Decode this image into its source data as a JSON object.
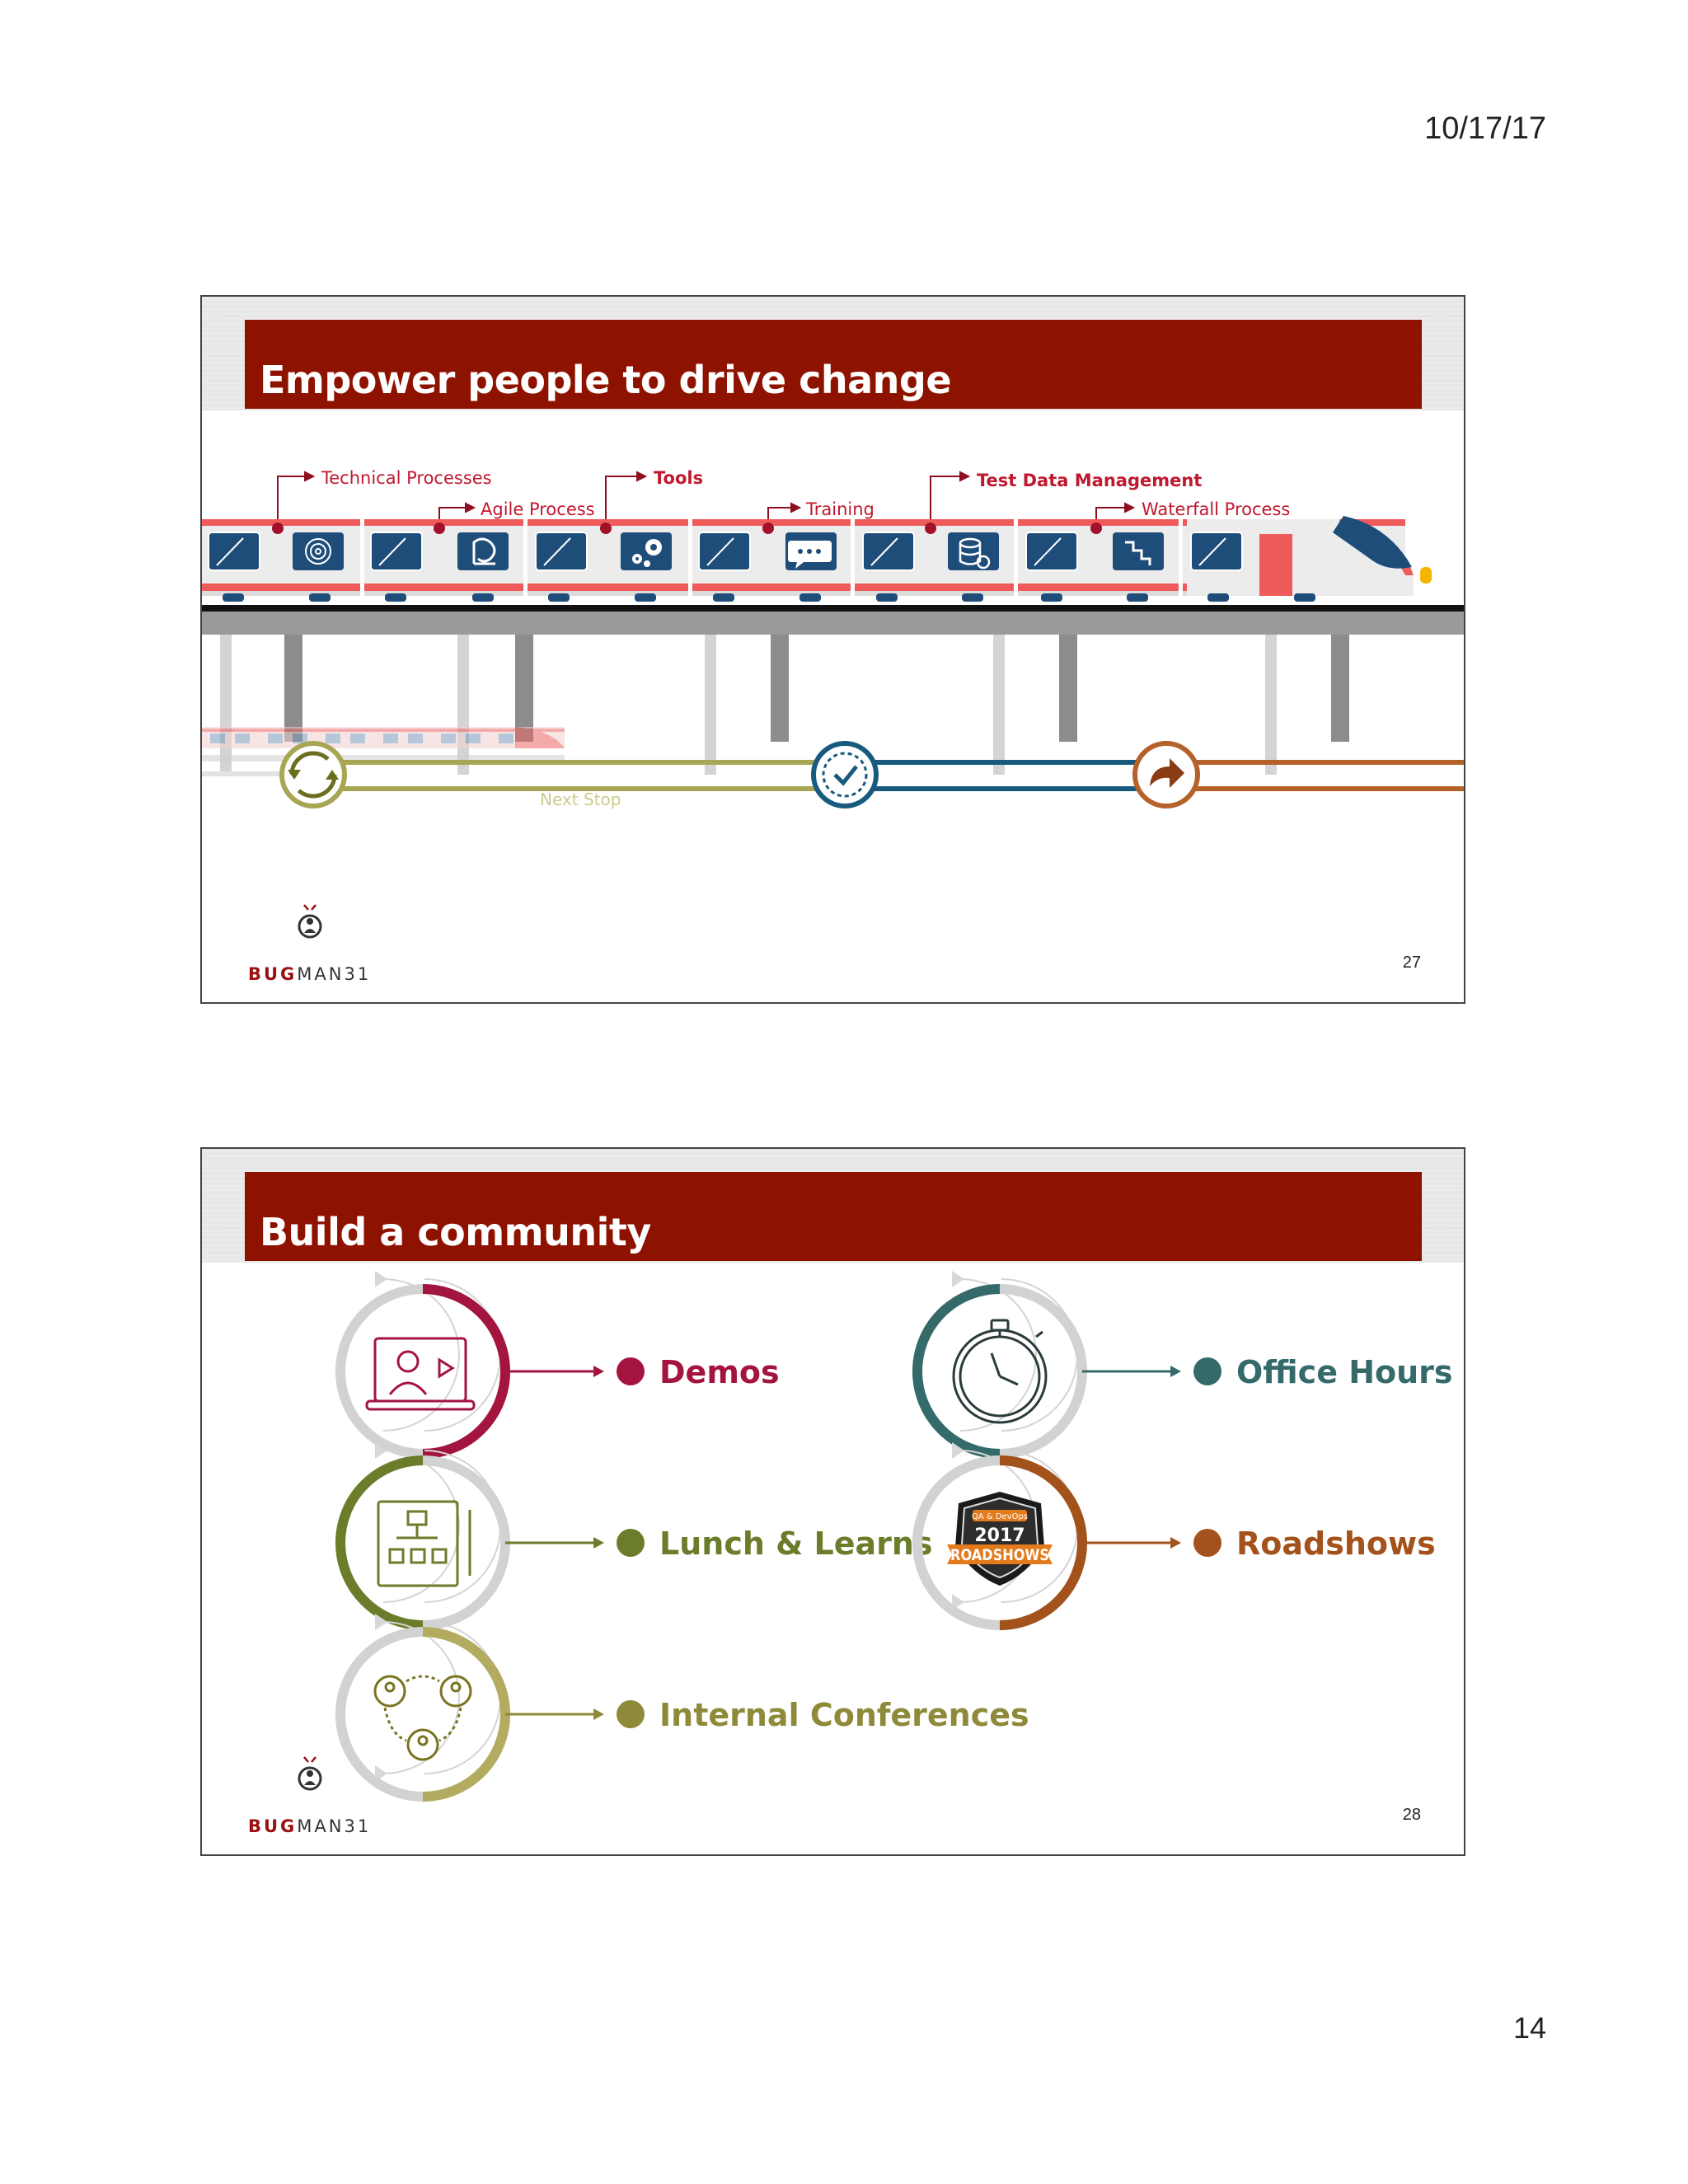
{
  "page": {
    "date": "10/17/17",
    "number": "14"
  },
  "slide1": {
    "title": "Empower people to drive change",
    "slide_number": "27",
    "labels": {
      "technical": "Technical Processes",
      "agile": "Agile Process",
      "tools": "Tools",
      "training": "Training",
      "test_data": "Test Data Management",
      "waterfall": "Waterfall Process"
    },
    "next_stop": "Next Stop",
    "colors": {
      "label": "#c0182e",
      "olive": "#a8a655",
      "blue": "#185a7d",
      "orange": "#b5612a"
    }
  },
  "slide2": {
    "title": "Build a community",
    "slide_number": "28",
    "items": {
      "demos": "Demos",
      "lunch": "Lunch & Learns",
      "conferences": "Internal Conferences",
      "office": "Office Hours",
      "roadshows": "Roadshows"
    },
    "badge": {
      "line1": "QA & DevOps",
      "year": "2017",
      "word": "ROADSHOWS"
    },
    "colors": {
      "demos": "#a3153f",
      "lunch": "#6b7d2a",
      "conferences": "#8f8a3a",
      "office": "#356a6a",
      "roadshows": "#a3521b"
    }
  },
  "logo": {
    "part1": "BUG",
    "part2": "MAN31"
  }
}
